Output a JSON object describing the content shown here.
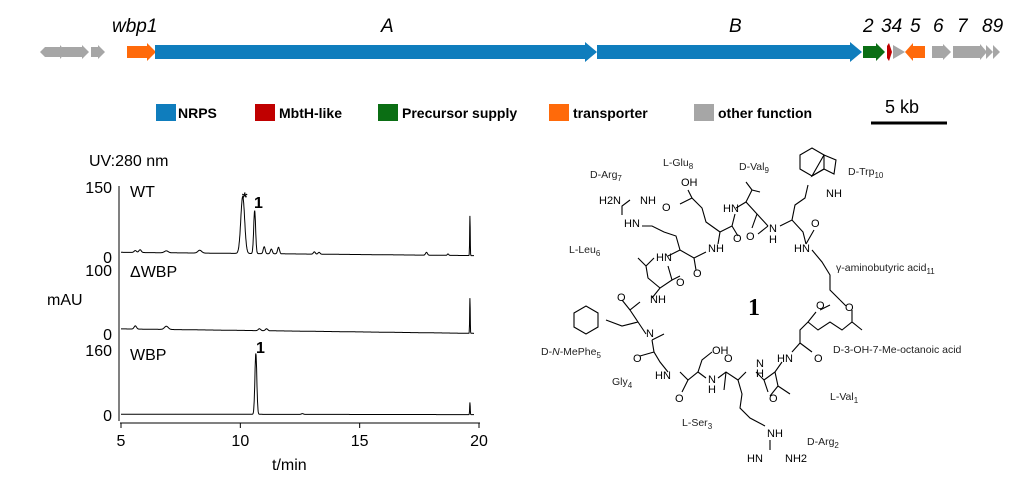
{
  "gene_cluster": {
    "labels": {
      "wbp1": "wbp1",
      "A": "A",
      "B": "B",
      "g2": "2",
      "g34": "34",
      "g5": "5",
      "g6": "6",
      "g7": "7",
      "g89": "89"
    },
    "legend": [
      {
        "label": "NRPS",
        "color": "#0f7dbd"
      },
      {
        "label": "MbtH-like",
        "color": "#c00000"
      },
      {
        "label": "Precursor supply",
        "color": "#0b6e14"
      },
      {
        "label": "transporter",
        "color": "#ff6a0a"
      },
      {
        "label": "other function",
        "color": "#a6a6a6"
      }
    ],
    "scale_bar": "5 kb"
  },
  "chart_data": {
    "type": "line",
    "title": "UV:280 nm",
    "xlabel": "t/min",
    "ylabel": "mAU",
    "xlim": [
      5,
      20
    ],
    "xticks": [
      "5",
      "10",
      "15",
      "20"
    ],
    "series": [
      {
        "name": "WT",
        "ylim": [
          0,
          150
        ],
        "yticks": [
          "150",
          "0"
        ],
        "baseline": [
          10,
          3
        ],
        "peaks": [
          [
            10.1,
            122,
            0.08
          ],
          [
            10.6,
            92,
            0.04
          ],
          [
            11.0,
            15,
            0.04
          ],
          [
            11.3,
            10,
            0.04
          ],
          [
            11.6,
            14,
            0.04
          ],
          [
            8.3,
            6,
            0.08
          ],
          [
            5.6,
            4,
            0.05
          ],
          [
            5.8,
            6,
            0.05
          ],
          [
            6.9,
            4,
            0.08
          ],
          [
            13.1,
            5,
            0.04
          ],
          [
            13.3,
            4,
            0.04
          ],
          [
            17.8,
            6,
            0.04
          ],
          [
            18.7,
            3,
            0.03
          ],
          [
            19.62,
            85,
            0.012
          ]
        ],
        "annotations": [
          {
            "label": "*",
            "x": 10.1
          },
          {
            "label": "1",
            "x": 10.6
          }
        ]
      },
      {
        "name": "ΔWBP",
        "ylim": [
          0,
          100
        ],
        "yticks": [
          "100",
          "0"
        ],
        "baseline": [
          8,
          1
        ],
        "peaks": [
          [
            5.6,
            5,
            0.05
          ],
          [
            6.9,
            5,
            0.08
          ],
          [
            10.8,
            3,
            0.05
          ],
          [
            11.1,
            3,
            0.05
          ],
          [
            19.62,
            55,
            0.012
          ]
        ],
        "annotations": []
      },
      {
        "name": "WBP",
        "ylim": [
          0,
          160
        ],
        "yticks": [
          "160",
          "0"
        ],
        "baseline": [
          2,
          1
        ],
        "peaks": [
          [
            10.65,
            150,
            0.04
          ],
          [
            12.6,
            2,
            0.04
          ],
          [
            19.62,
            30,
            0.012
          ]
        ],
        "annotations": [
          {
            "label": "1",
            "x": 10.65
          }
        ]
      }
    ]
  },
  "structure": {
    "compound_number": "1",
    "residues": {
      "r1": "L-Val",
      "r1s": "1",
      "r2": "D-Arg",
      "r2s": "2",
      "r3": "L-Ser",
      "r3s": "3",
      "r4": "Gly",
      "r4s": "4",
      "r5a": "D-",
      "r5b": "N",
      "r5c": "-MePhe",
      "r5s": "5",
      "r6": "L-Leu",
      "r6s": "6",
      "r7": "D-Arg",
      "r7s": "7",
      "r8": "L-Glu",
      "r8s": "8",
      "r9": "D-Val",
      "r9s": "9",
      "r10": "D-Trp",
      "r10s": "10",
      "r11": "γ-aminobutyric acid",
      "r11s": "11",
      "lipid": "D-3-OH-7-Me-octanoic acid"
    },
    "atoms": [
      "OH",
      "H2N",
      "NH",
      "O",
      "HN",
      "NH",
      "HN",
      "O",
      "O",
      "N",
      "H",
      "O",
      "NH",
      "HN",
      "HN",
      "O",
      "O",
      "O",
      "NH",
      "O",
      "O",
      "N",
      "O",
      "OH",
      "O",
      "HN",
      "O",
      "HN",
      "N",
      "H",
      "N",
      "H",
      "O",
      "O",
      "NH",
      "HN",
      "NH2"
    ]
  }
}
